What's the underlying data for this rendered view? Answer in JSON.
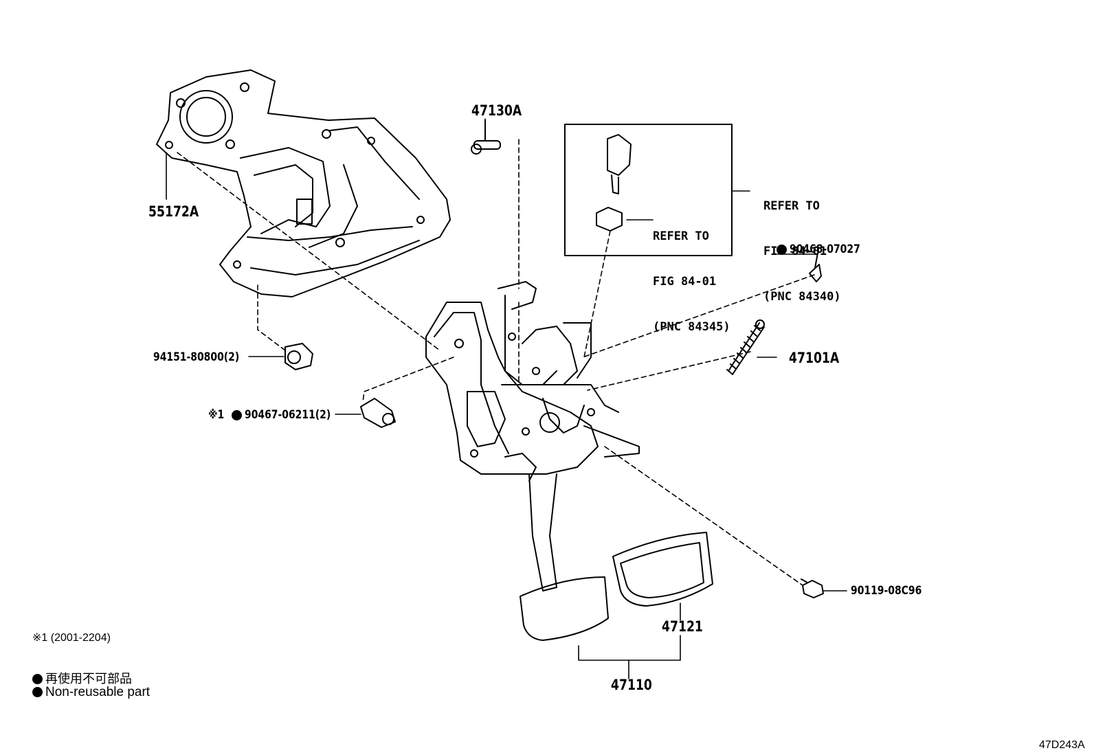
{
  "labels": {
    "p55172A": "55172A",
    "p47130A": "47130A",
    "p94151": "94151-80800(2)",
    "p90467_prefix": "※1",
    "p90467": "90467-06211(2)",
    "p90468": "90468-07027",
    "p47101A": "47101A",
    "p90119": "90119-08C96",
    "p47121": "47121",
    "p47110": "47110"
  },
  "refer_boxes": {
    "inner": [
      "REFER TO",
      "FIG 84-01",
      "(PNC 84345)"
    ],
    "outer": [
      "REFER TO",
      "FIG 84-01",
      "(PNC 84340)"
    ]
  },
  "notes": {
    "date_range": "※1 (2001-2204)",
    "jp_nonreusable": "再使用不可部品",
    "en_nonreusable": "Non-reusable part"
  },
  "figure_id": "47D243A"
}
